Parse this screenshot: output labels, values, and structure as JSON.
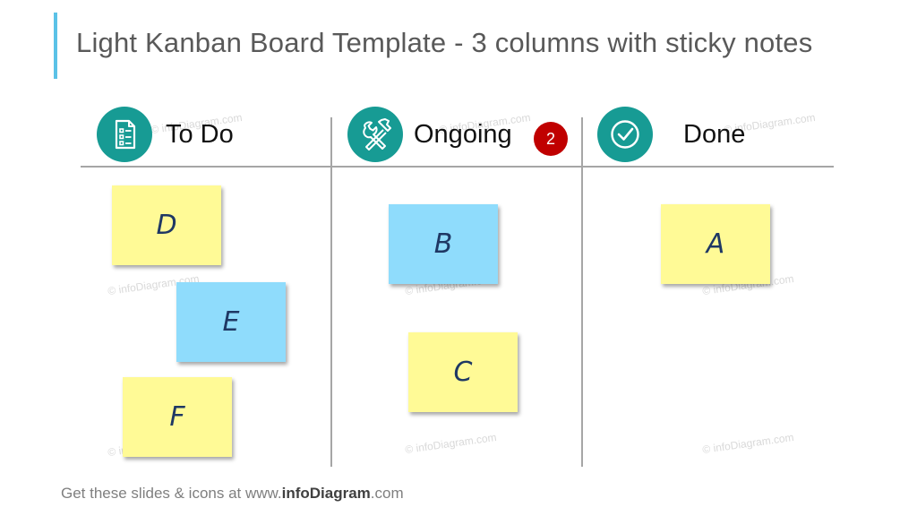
{
  "title": "Light Kanban Board Template - 3 columns with sticky notes",
  "columns": [
    {
      "label": "To Do",
      "icon": "checklist-document-icon"
    },
    {
      "label": "Ongoing",
      "icon": "wrench-hammer-tools-icon",
      "badge": "2"
    },
    {
      "label": "Done",
      "icon": "check-circle-icon"
    }
  ],
  "notes": {
    "d": "D",
    "e": "E",
    "f": "F",
    "b": "B",
    "c": "C",
    "a": "A"
  },
  "colors": {
    "accent_bar": "#5bc2e7",
    "icon_teal": "#179b94",
    "badge_red": "#c00000",
    "note_yellow": "#fffa96",
    "note_blue": "#8fdcfc"
  },
  "watermark": "© infoDiagram.com",
  "footer": {
    "prefix": "Get these slides & icons at www.",
    "brand": "infoDiagram",
    "suffix": ".com"
  }
}
